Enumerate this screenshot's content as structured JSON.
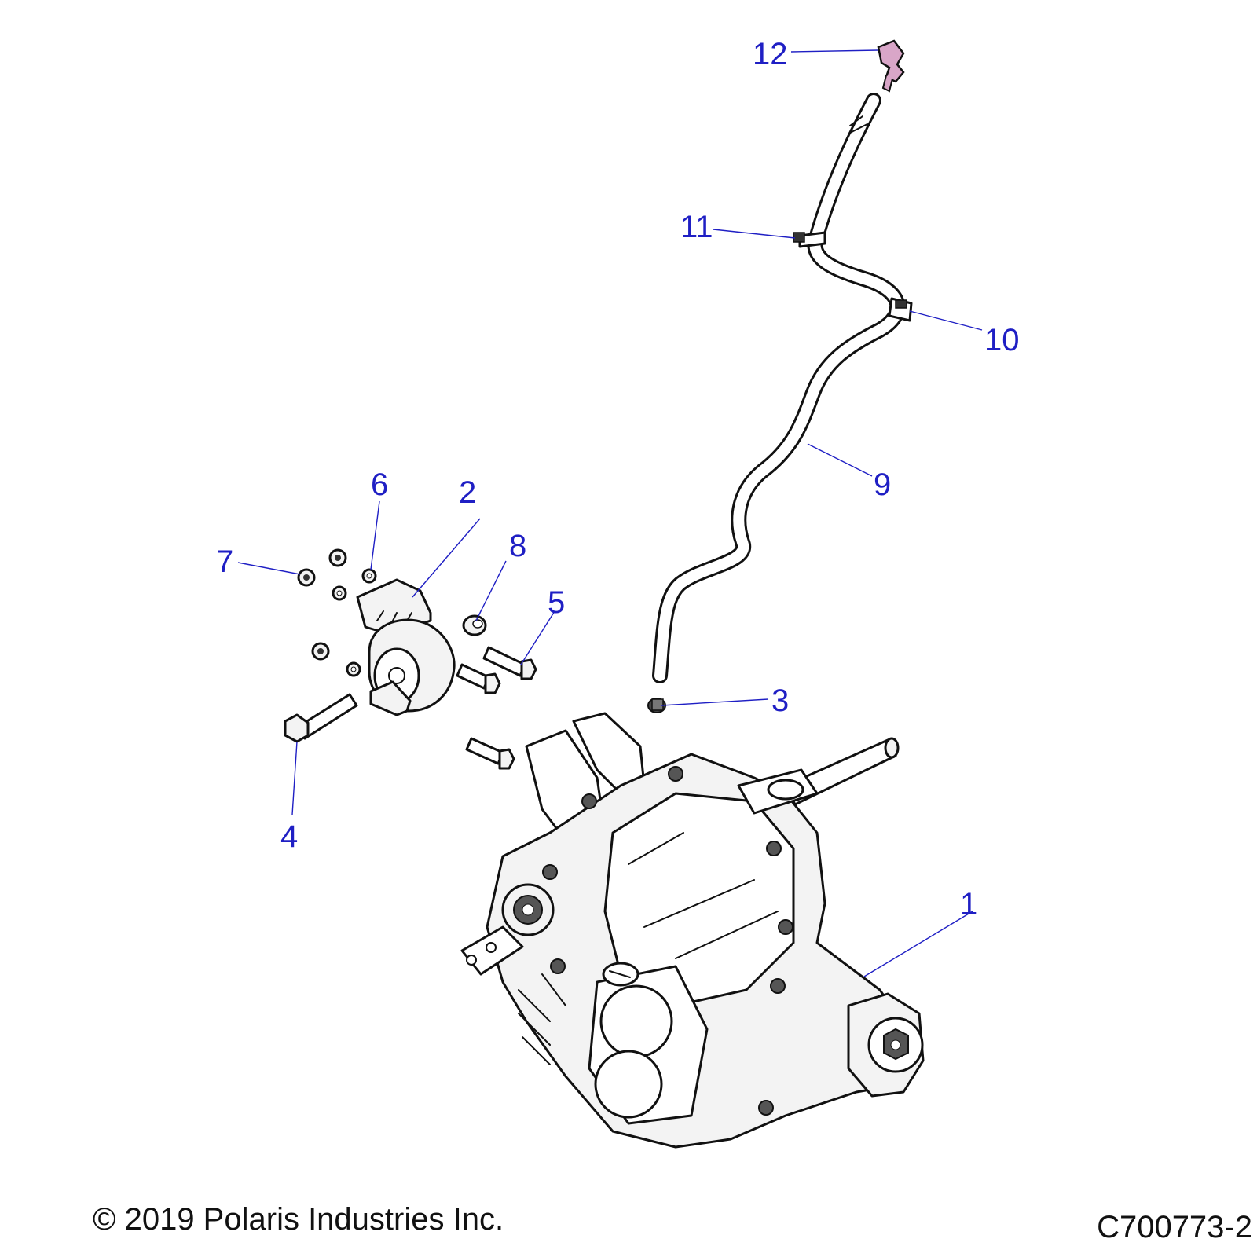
{
  "callouts": [
    {
      "id": "1",
      "label": "1"
    },
    {
      "id": "2",
      "label": "2"
    },
    {
      "id": "3",
      "label": "3"
    },
    {
      "id": "4",
      "label": "4"
    },
    {
      "id": "5",
      "label": "5"
    },
    {
      "id": "6",
      "label": "6"
    },
    {
      "id": "7",
      "label": "7"
    },
    {
      "id": "8",
      "label": "8"
    },
    {
      "id": "9",
      "label": "9"
    },
    {
      "id": "10",
      "label": "10"
    },
    {
      "id": "11",
      "label": "11"
    },
    {
      "id": "12",
      "label": "12"
    }
  ],
  "footer": {
    "copyright": "© 2019 Polaris Industries Inc.",
    "drawing_id": "C700773-2"
  },
  "colors": {
    "callout": "#1f1fc4",
    "line_art": "#111111",
    "highlight_part": "#d9a6c8"
  }
}
